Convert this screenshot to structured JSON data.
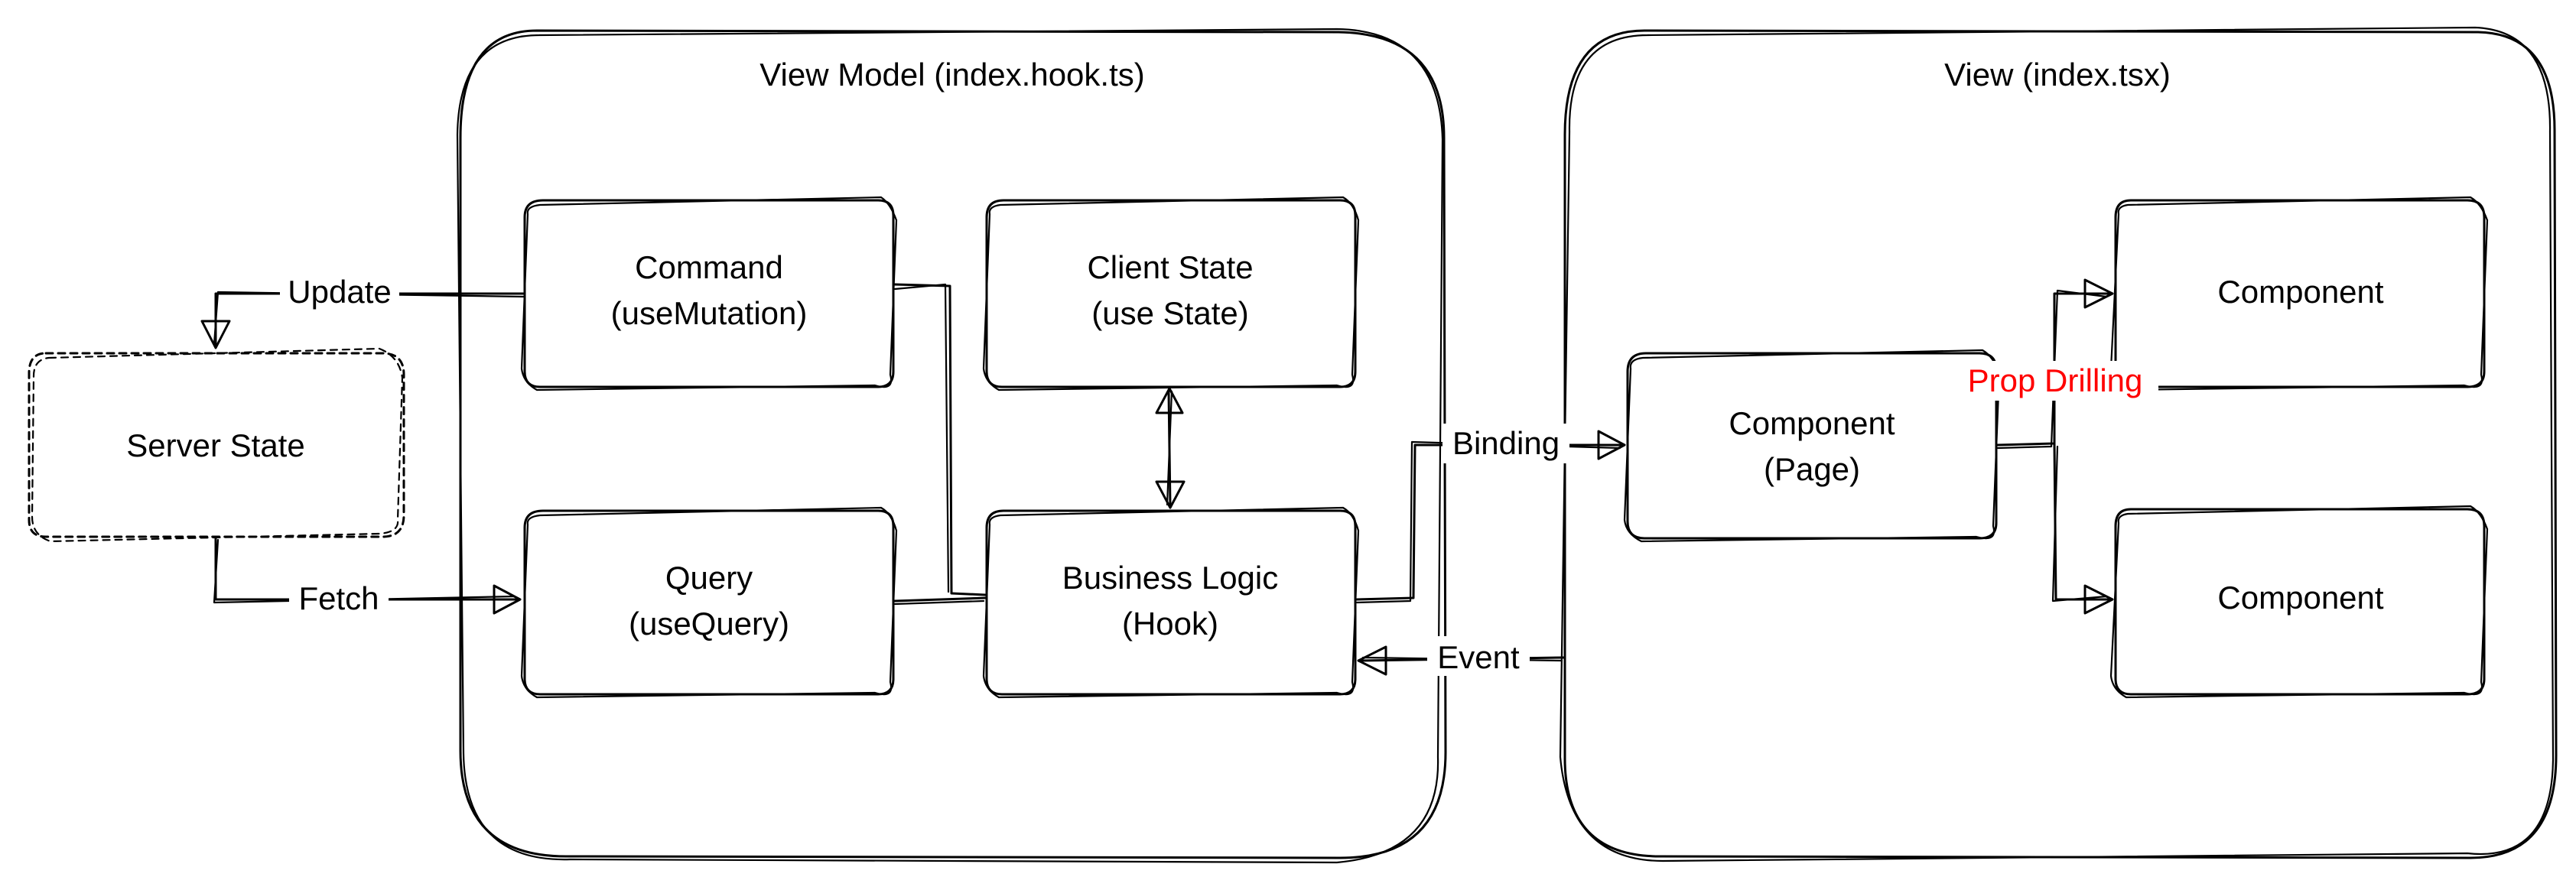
{
  "containers": {
    "view_model": {
      "title": "View Model (index.hook.ts)"
    },
    "view": {
      "title": "View (index.tsx)"
    }
  },
  "nodes": {
    "server_state": {
      "label": "Server State"
    },
    "command": {
      "line1": "Command",
      "line2": "(useMutation)"
    },
    "query": {
      "line1": "Query",
      "line2": "(useQuery)"
    },
    "client_state": {
      "line1": "Client State",
      "line2": "(use State)"
    },
    "business_logic": {
      "line1": "Business Logic",
      "line2": "(Hook)"
    },
    "page_component": {
      "line1": "Component",
      "line2": "(Page)"
    },
    "component_top": {
      "label": "Component"
    },
    "component_bottom": {
      "label": "Component"
    }
  },
  "edges": {
    "update": {
      "label": "Update"
    },
    "fetch": {
      "label": "Fetch"
    },
    "binding": {
      "label": "Binding"
    },
    "event": {
      "label": "Event"
    },
    "prop_drilling": {
      "label": "Prop Drilling",
      "color": "#ff0000"
    }
  }
}
